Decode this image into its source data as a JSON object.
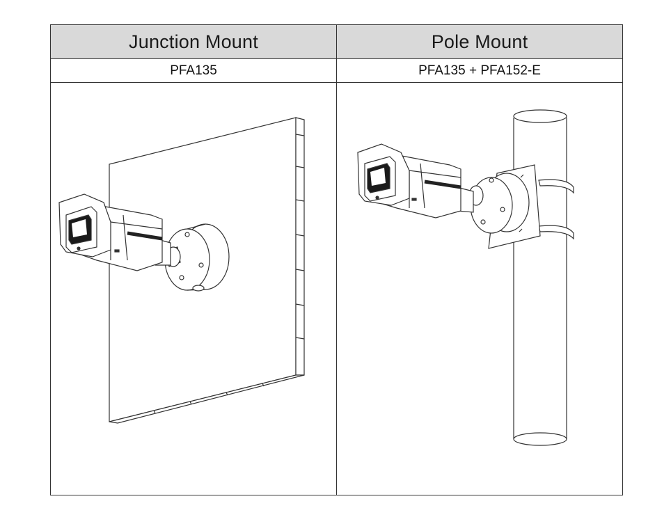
{
  "columns": [
    {
      "header": "Junction Mount",
      "model": "PFA135",
      "illustration": "camera-on-wall-with-junction-box"
    },
    {
      "header": "Pole Mount",
      "model": "PFA135 + PFA152-E",
      "illustration": "camera-on-pole-with-bracket"
    }
  ],
  "colors": {
    "header_bg": "#d9d9d9",
    "line": "#333333",
    "camera_lens": "#1a1a1a"
  }
}
